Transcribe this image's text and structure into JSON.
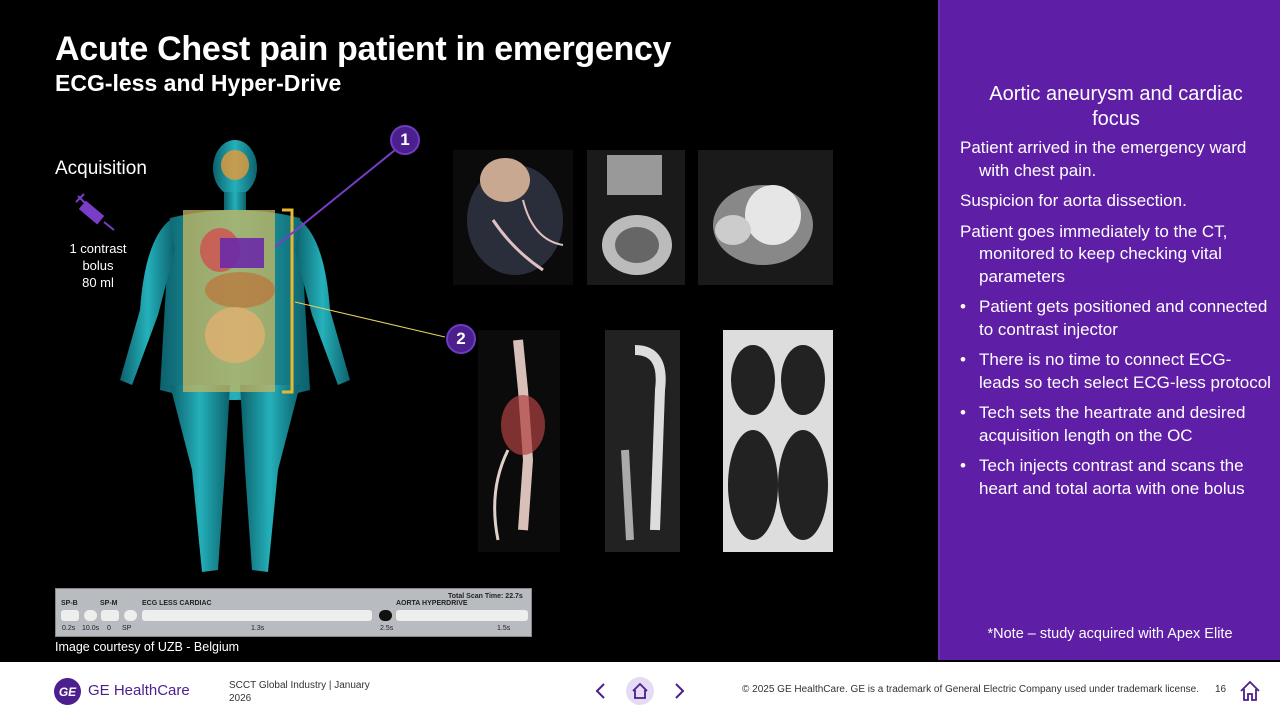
{
  "slide": {
    "title": "Acute Chest pain patient in emergency",
    "subtitle": "ECG-less and Hyper-Drive",
    "acquisition_label": "Acquisition",
    "contrast_lines": [
      "1 contrast",
      "bolus",
      "80 ml"
    ],
    "badges": [
      "1",
      "2"
    ],
    "courtesy": "Image courtesy of UZB - Belgium"
  },
  "timeline": {
    "total_scan_time": "Total Scan Time: 22.7s",
    "segments": [
      "SP-B",
      "SP-M",
      "ECG LESS CARDIAC",
      "AORTA HYPERDRIVE"
    ],
    "values": [
      "0.2s",
      "10.0s",
      "0",
      "SP",
      "1.3s",
      "2.5s",
      "1.5s"
    ]
  },
  "panel": {
    "title": "Aortic aneurysm and cardiac focus",
    "paragraphs": [
      "Patient arrived in the emergency ward with chest pain.",
      "Suspicion for aorta dissection.",
      "Patient goes immediately to the CT, monitored to keep checking vital parameters"
    ],
    "bullets": [
      "Patient gets positioned and connected to contrast injector",
      "There is no time to connect ECG- leads so tech select ECG-less protocol",
      "Tech sets the heartrate and desired acquisition length on the OC",
      "Tech injects contrast and scans the heart and total aorta with one bolus"
    ],
    "note": "*Note – study acquired with Apex Elite",
    "colors": {
      "background": "#5f1ea6",
      "accent": "#4b1f8e"
    }
  },
  "footer": {
    "logo_mark": "GE",
    "brand": "GE HealthCare",
    "event": "SCCT Global Industry | January 2026",
    "copyright": "© 2025 GE HealthCare. GE is a trademark of General Electric Company used under trademark license.",
    "page": "16",
    "nav_icons": [
      "chevron-left-icon",
      "home-icon",
      "chevron-right-icon"
    ]
  }
}
